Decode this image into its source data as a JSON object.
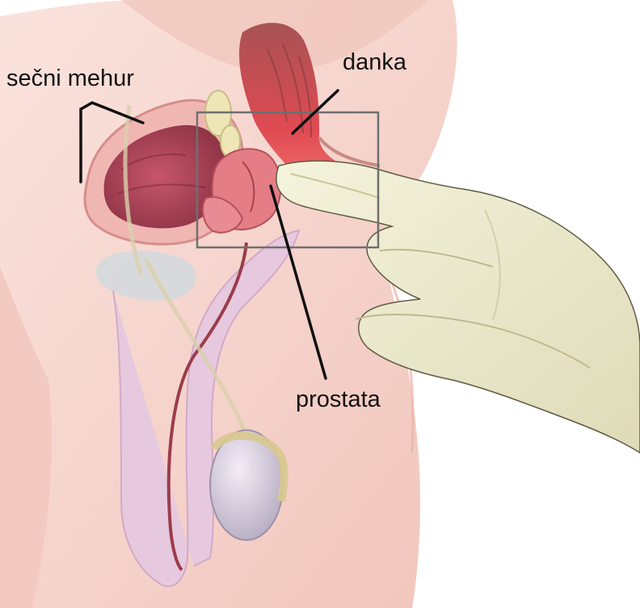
{
  "labels": {
    "bladder": "sečni mehur",
    "rectum": "danka",
    "prostate": "prostata"
  },
  "colors": {
    "skin": "#f6d2cb",
    "skin_shadow": "#ecbcb2",
    "tissue_red": "#d9585e",
    "prostate": "#e87f88",
    "urethra_purple": "#e6c6dc",
    "glove": "#ecebcf",
    "glove_shadow": "#cfcca6",
    "frame": "#6f6f6f",
    "leader": "#111111"
  },
  "icons": {
    "anatomy": "pelvic-cross-section-illustration",
    "glove": "gloved-hand-illustration"
  }
}
